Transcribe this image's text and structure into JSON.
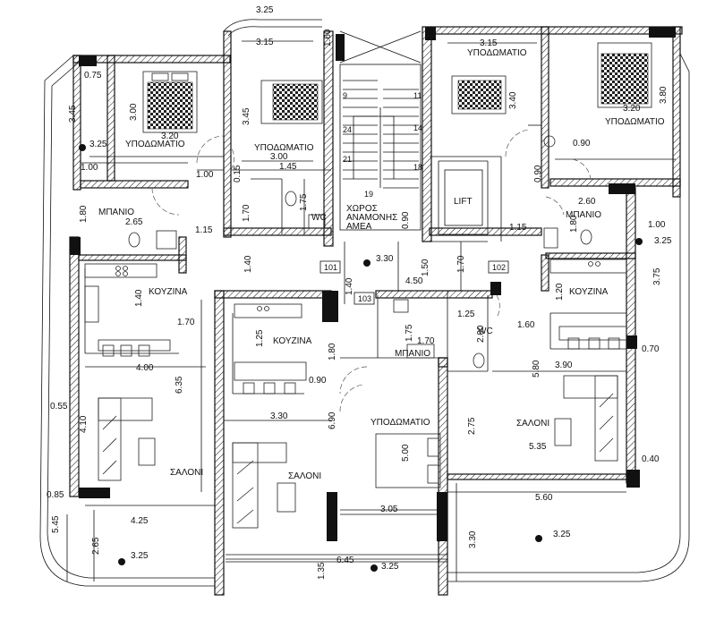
{
  "rooms": {
    "bedroom_tl": "ΥΠΟΔΩΜΑΤΙΟ",
    "bedroom_tm": "ΥΠΟΔΩΜΑΤΙΟ",
    "bedroom_tr_upper": "ΥΠΟΔΩΜΑΤΙΟ",
    "bedroom_tr": "ΥΠΟΔΩΜΑΤΙΟ",
    "bedroom_center": "ΥΠΟΔΩΜΑΤΙΟ",
    "bath_left": "ΜΠΑΝΙΟ",
    "bath_center": "ΜΠΑΝΙΟ",
    "bath_right": "ΜΠΑΝΙΟ",
    "wc_left": "WC",
    "wc_center": "WC",
    "lift": "LIFT",
    "waiting_line1": "ΧΩΡΟΣ",
    "waiting_line2": "ΑΝΑΜΟΝΗΣ",
    "waiting_line3": "ΑΜΕΑ",
    "kitchen_left": "ΚΟΥΖΙΝΑ",
    "kitchen_center": "ΚΟΥΖΙΝΑ",
    "kitchen_right": "ΚΟΥΖΙΝΑ",
    "living_left": "ΣΑΛΟΝΙ",
    "living_center": "ΣΑΛΟΝΙ",
    "living_right": "ΣΑΛΟΝΙ"
  },
  "unit_tags": {
    "u101": "101",
    "u102": "102",
    "u103": "103"
  },
  "stair_numbers": {
    "s9": "9",
    "s11": "11",
    "s14": "14",
    "s18": "18",
    "s19": "19",
    "s21": "21",
    "s24": "24"
  },
  "levels": {
    "top": "3.25",
    "left_upper": "3.25",
    "right_upper": "3.25",
    "center_landing": "3.30",
    "right_balcony": "3.25",
    "left_balcony": "3.25",
    "bottom_center": "3.25"
  },
  "dimensions": {
    "d_315_top": "3.15",
    "d_160_top": "1.60",
    "d_315_tr": "3.15",
    "d_075": "0.75",
    "d_345_left": "3.45",
    "d_300_left": "3.00",
    "d_320_left": "3.20",
    "d_100_left": "1.00",
    "d_100_mid": "1.00",
    "d_345_mid": "3.45",
    "d_300_mid": "3.00",
    "d_145": "1.45",
    "d_015": "0.15",
    "d_170_wc": "1.70",
    "d_175_wc": "1.75",
    "d_180_bath": "1.80",
    "d_265": "2.65",
    "d_115_left": "1.15",
    "d_090_lobby": "0.90",
    "d_340": "3.40",
    "d_380": "3.80",
    "d_320_right": "3.20",
    "d_090_tr": "0.90",
    "d_090_vert": "0.90",
    "d_260": "2.60",
    "d_180_right": "1.80",
    "d_100_right": "1.00",
    "d_115_right": "1.15",
    "d_140_corr": "1.40",
    "d_140_lobby": "1.40",
    "d_150": "1.50",
    "d_170_lift": "1.70",
    "d_450": "4.50",
    "d_375": "3.75",
    "d_140_kitchen": "1.40",
    "d_170_kitchen": "1.70",
    "d_400": "4.00",
    "d_635": "6.35",
    "d_055": "0.55",
    "d_410": "4.10",
    "d_085": "0.85",
    "d_425": "4.25",
    "d_545": "5.45",
    "d_265_bottom": "2.65",
    "d_125_kitchen": "1.25",
    "d_180_center": "1.80",
    "d_090_center": "0.90",
    "d_330": "3.30",
    "d_690": "6.90",
    "d_175_bath": "1.75",
    "d_170_bath": "1.70",
    "d_125_wc": "1.25",
    "d_200": "2.00",
    "d_500": "5.00",
    "d_305": "3.05",
    "d_275": "2.75",
    "d_120": "1.20",
    "d_160_right": "1.60",
    "d_580": "5.80",
    "d_390": "3.90",
    "d_070": "0.70",
    "d_535": "5.35",
    "d_040": "0.40",
    "d_560": "5.60",
    "d_330_right": "3.30",
    "d_135": "1.35",
    "d_645": "6.45"
  }
}
